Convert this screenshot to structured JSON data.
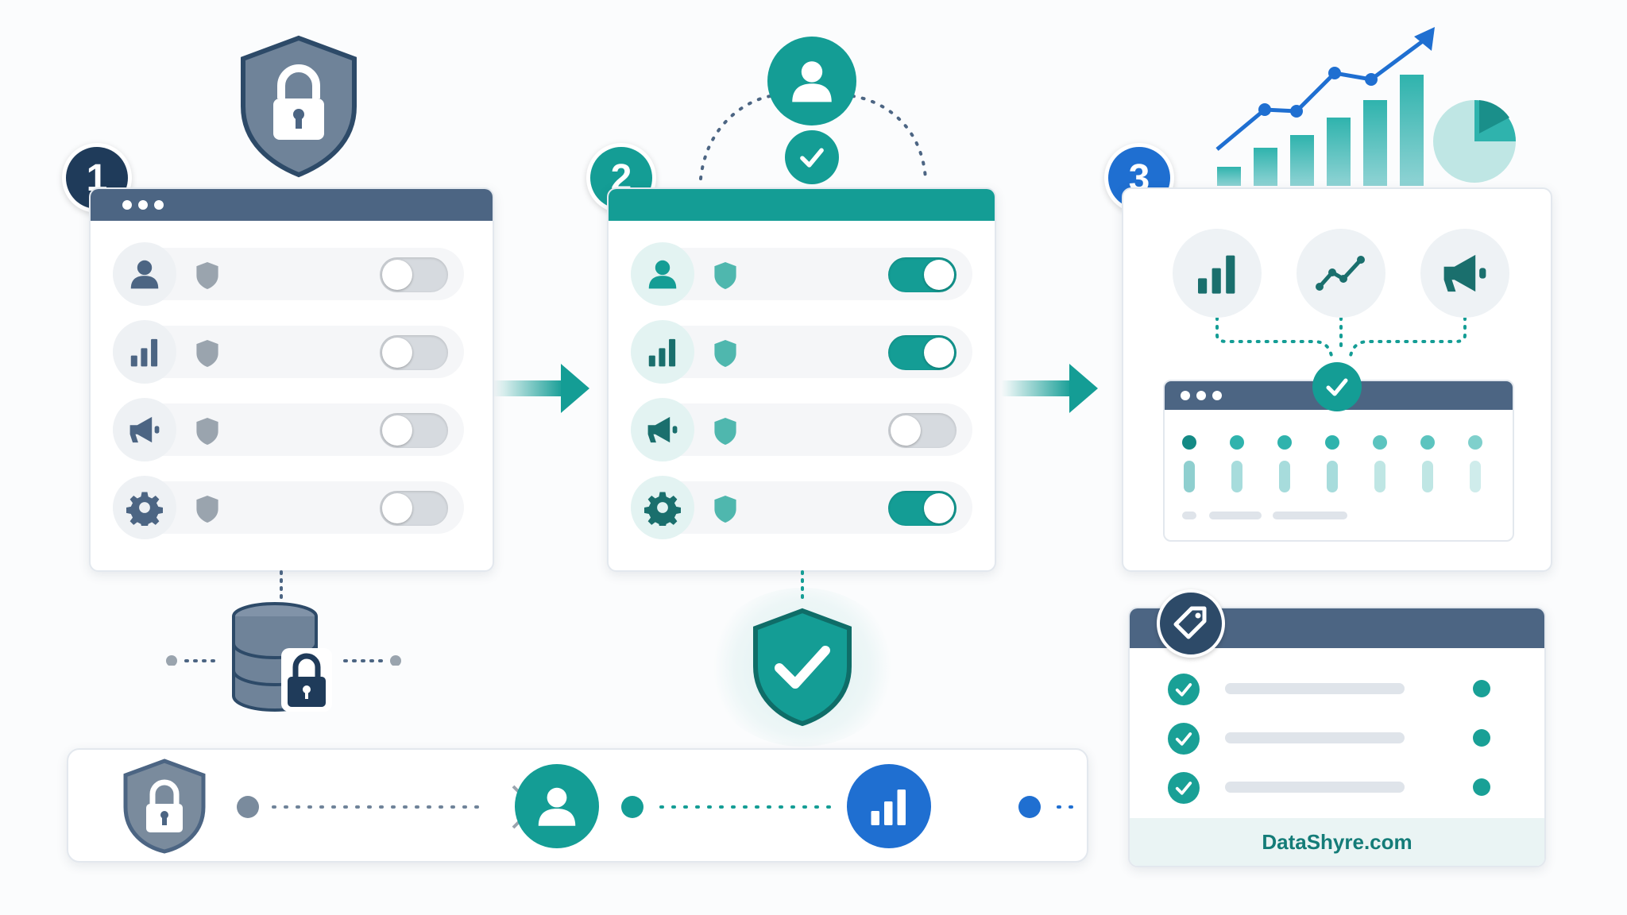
{
  "steps": [
    {
      "number": "1",
      "color": "#1f3b5a"
    },
    {
      "number": "2",
      "color": "#149d95"
    },
    {
      "number": "3",
      "color": "#1f6fd1"
    }
  ],
  "panel1": {
    "rows": [
      {
        "icon": "user-icon",
        "enabled": false
      },
      {
        "icon": "bar-chart-icon",
        "enabled": false
      },
      {
        "icon": "megaphone-icon",
        "enabled": false
      },
      {
        "icon": "gear-icon",
        "enabled": false
      }
    ]
  },
  "panel2": {
    "rows": [
      {
        "icon": "user-icon",
        "enabled": true
      },
      {
        "icon": "bar-chart-icon",
        "enabled": true
      },
      {
        "icon": "megaphone-icon",
        "enabled": false
      },
      {
        "icon": "gear-icon",
        "enabled": true
      }
    ]
  },
  "panel3": {
    "icons": [
      "bar-chart-icon",
      "line-chart-icon",
      "megaphone-icon"
    ]
  },
  "tag_card": {
    "icon": "tag-icon",
    "items": 3,
    "footer": "DataShyre.com"
  },
  "flow_bar": {
    "icons": [
      "lock-shield-icon",
      "user-icon",
      "bar-chart-icon"
    ]
  },
  "colors": {
    "navy": "#4c6583",
    "teal": "#149d95",
    "blue": "#1f6fd1",
    "gray": "#9aa4ae"
  }
}
